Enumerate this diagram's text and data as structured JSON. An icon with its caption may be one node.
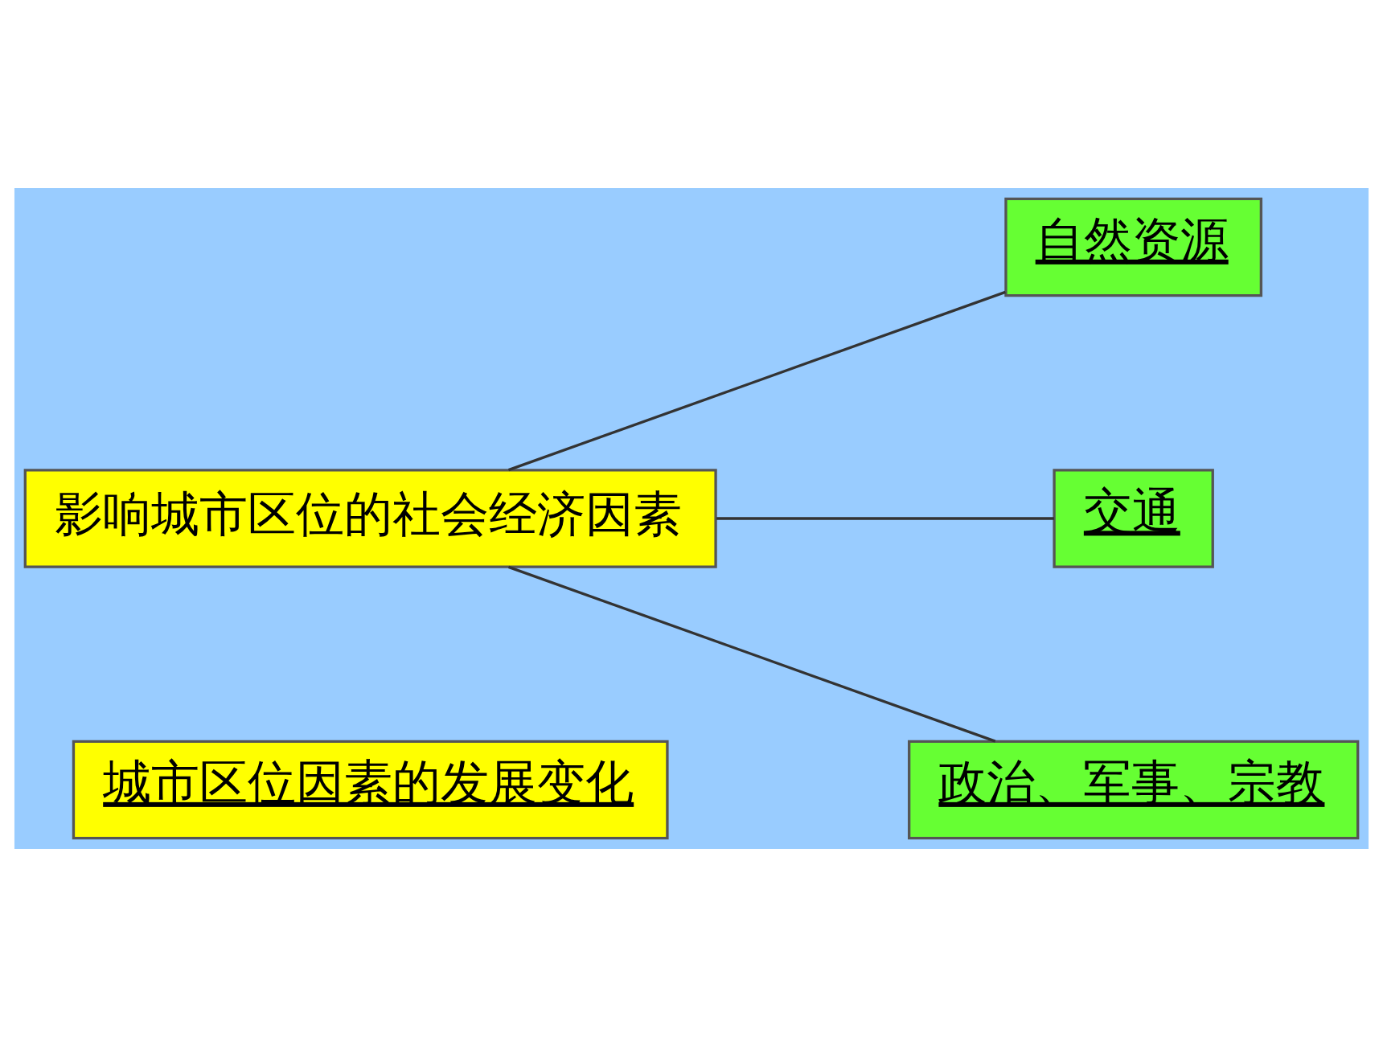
{
  "diagram": {
    "nodes": [
      {
        "text": [
          "影响城市区位的社会经济因素"
        ]
      },
      {
        "text": [
          "自然资源"
        ]
      },
      {
        "text": [
          "交通"
        ]
      },
      {
        "text": [
          "政治、军事、宗教"
        ]
      },
      {
        "text": [
          "城市区位因素的发展变化"
        ]
      }
    ],
    "edges": [
      {
        "from": 0,
        "to": 1,
        "arrow": "none"
      },
      {
        "from": 0,
        "to": 2,
        "arrow": "none"
      },
      {
        "from": 0,
        "to": 3,
        "arrow": "none"
      }
    ]
  }
}
